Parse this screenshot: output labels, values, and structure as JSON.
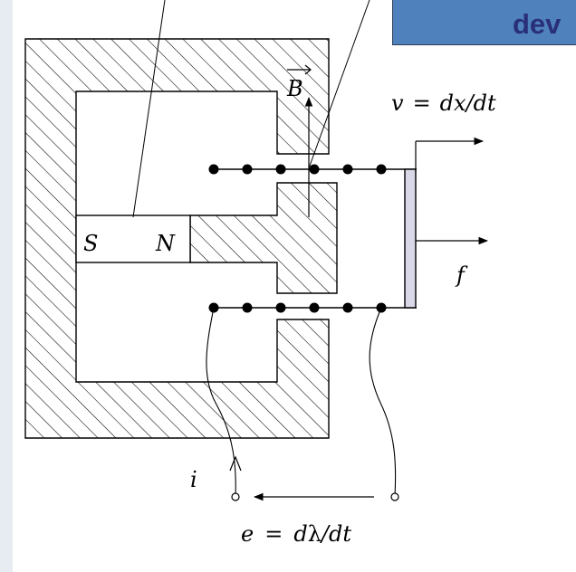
{
  "header": {
    "title": "dev"
  },
  "labels": {
    "magnet_south": "S",
    "magnet_north": "N",
    "field": "B",
    "velocity_lhs": "v",
    "velocity_rhs": "dx/dt",
    "force": "f",
    "current": "i",
    "emf_lhs": "e",
    "emf_rhs_prefix": "d",
    "emf_rhs_symbol": "λ",
    "emf_rhs_suffix": "/dt",
    "equals": "="
  },
  "coil": {
    "turns_per_side": 6
  },
  "colors": {
    "hatch": "#000000",
    "plunger": "#d8d8e8",
    "title_bg": "#4f81bd",
    "title_text": "#2a2f7a",
    "left_strip": "#e7ecf2"
  }
}
